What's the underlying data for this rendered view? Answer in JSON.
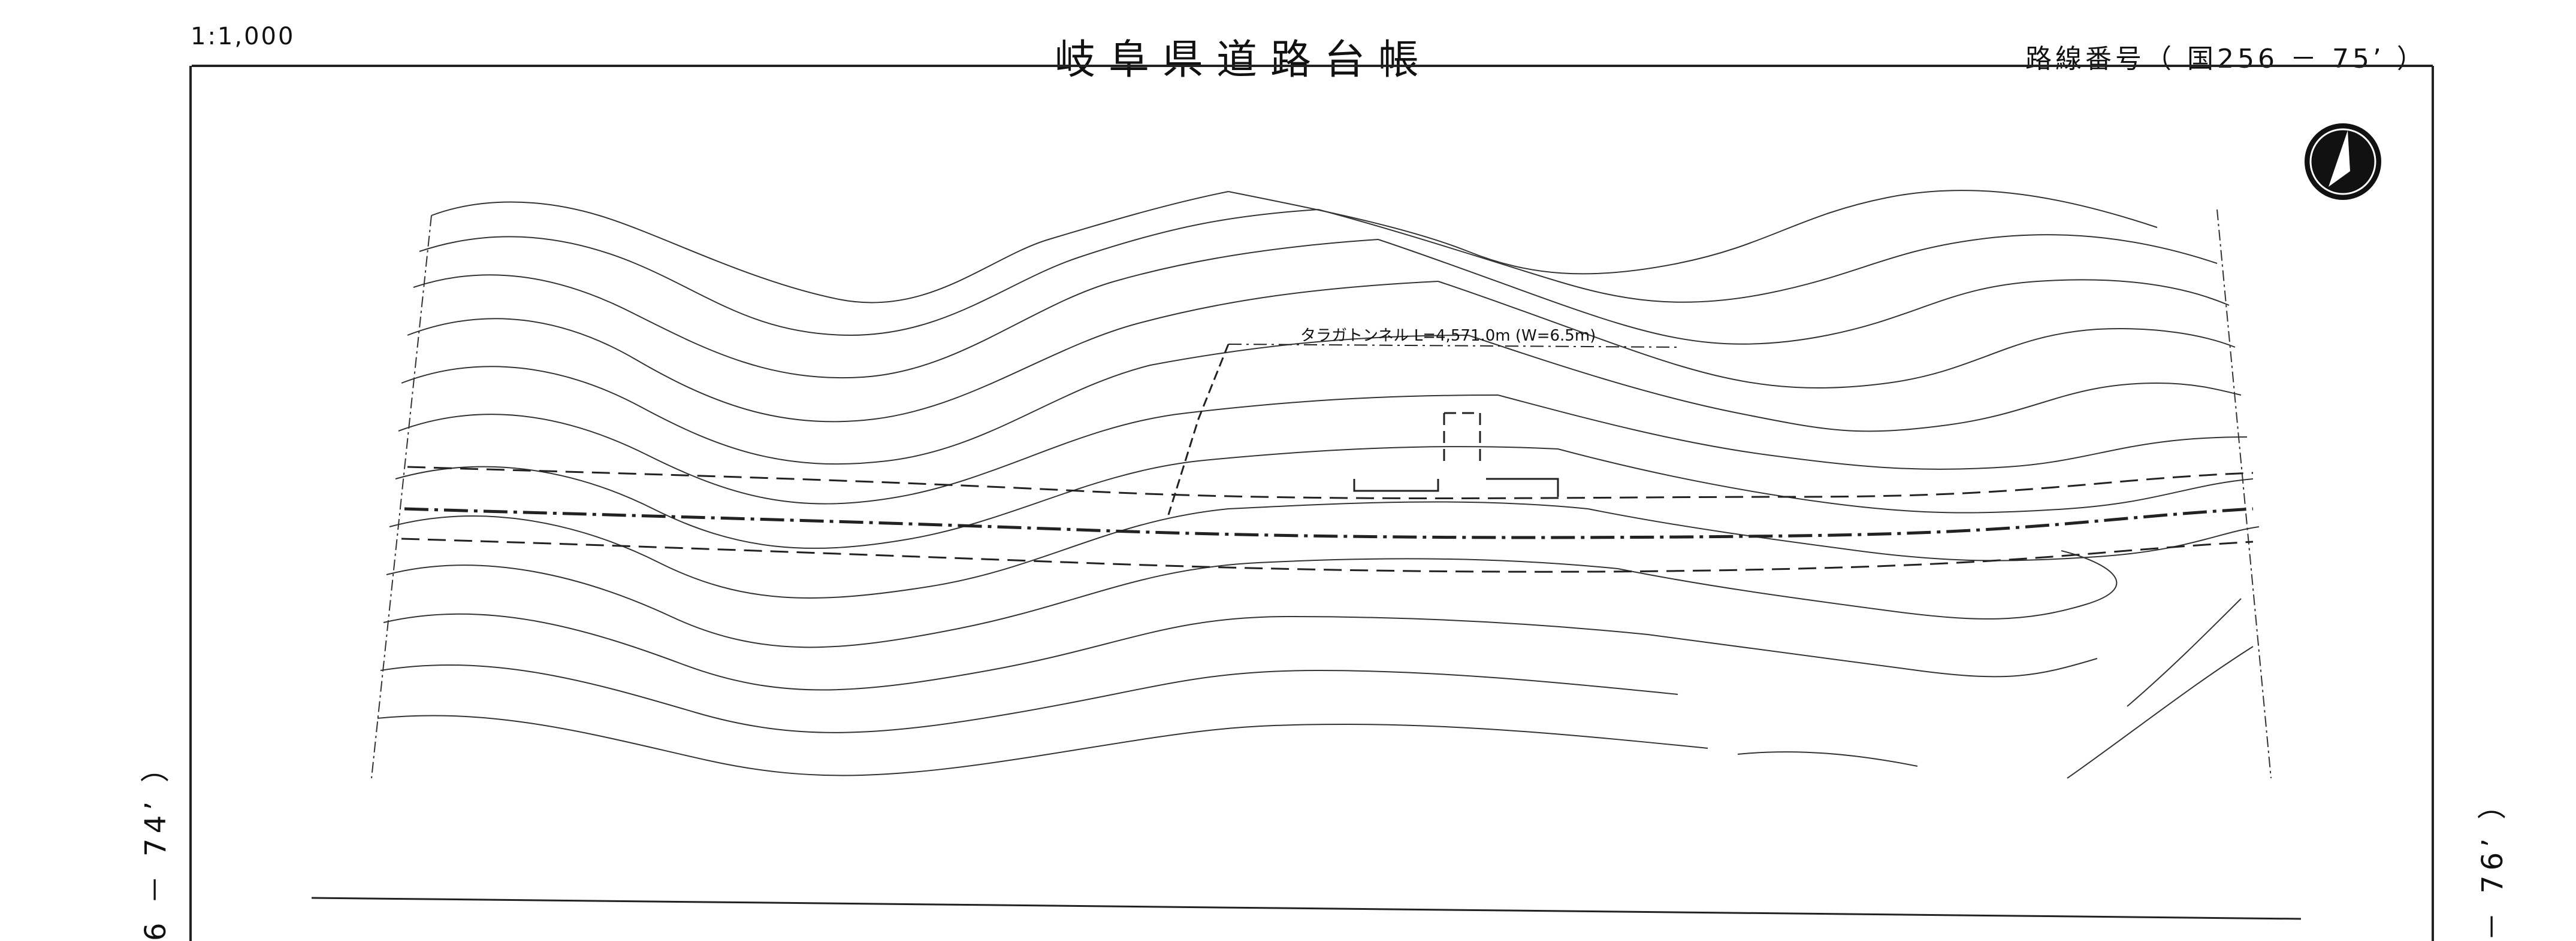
{
  "header": {
    "scale": "1:1,000",
    "title": "岐阜県道路台帳",
    "route_number": "路線番号（ 国256 － 75’ ）"
  },
  "sides": {
    "left_ref": "6 － 74’ ）",
    "right_ref": "－ 76’ ）"
  },
  "map": {
    "tunnel_label": "タラガトンネル L=4,571.0m (W=6.5m)",
    "north_arrow": "north-arrow-icon",
    "line_color": "#222222"
  }
}
